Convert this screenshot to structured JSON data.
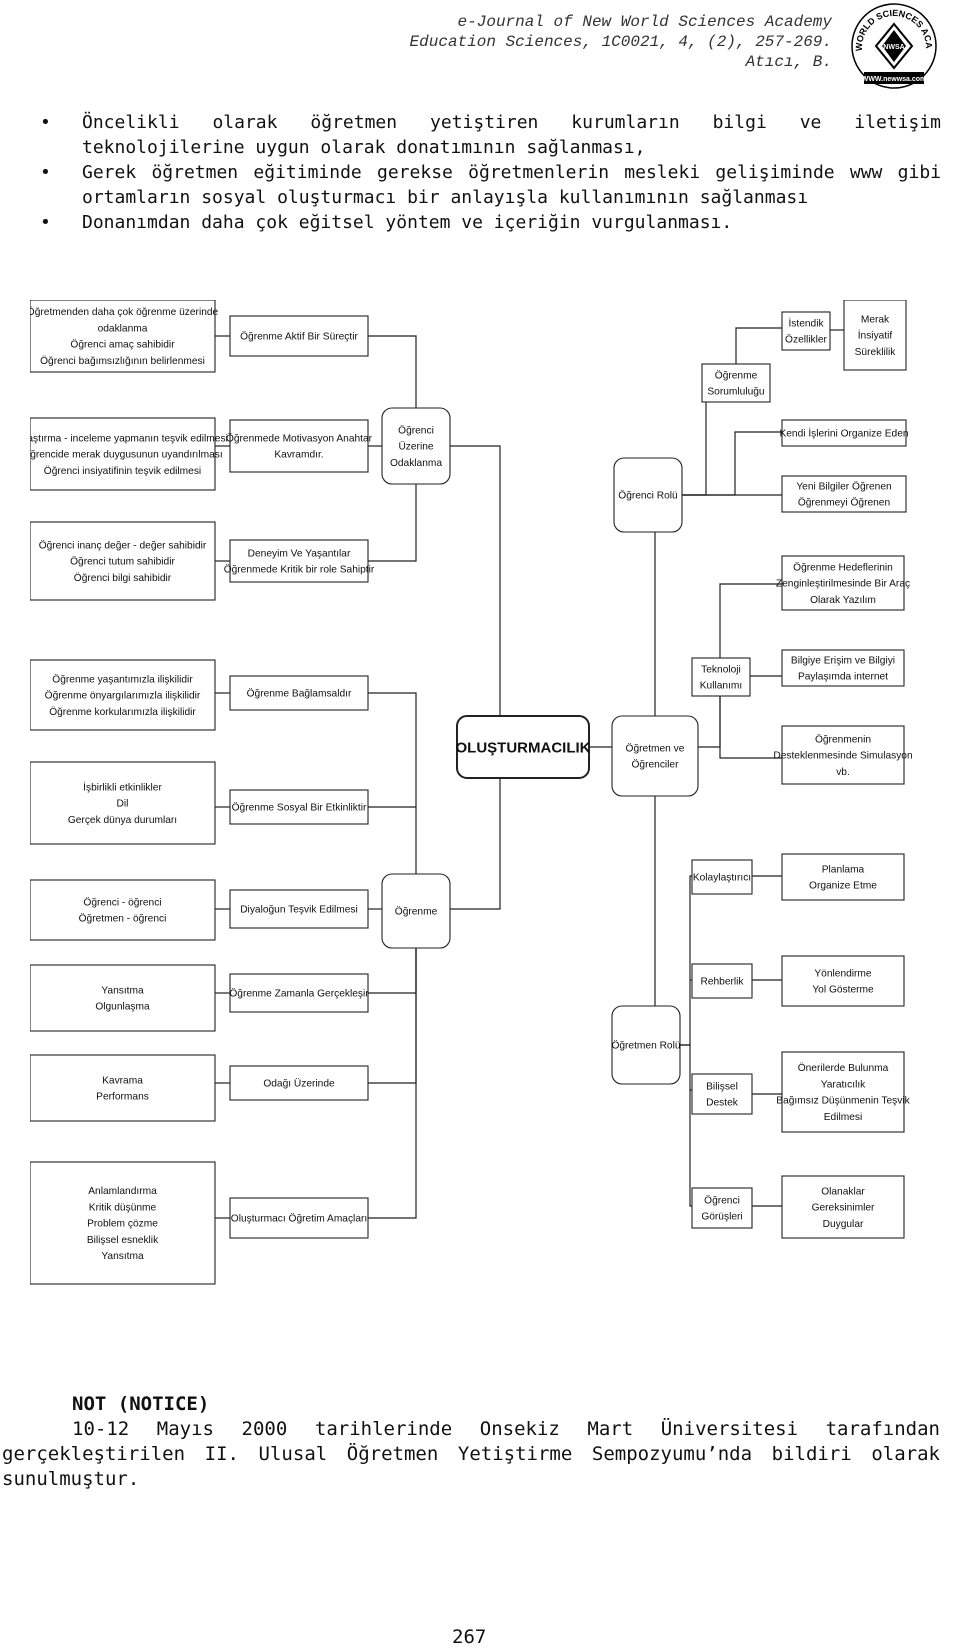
{
  "header": {
    "line1": "e-Journal of New World Sciences Academy",
    "line2": "Education Sciences, 1C0021, 4, (2), 257-269.",
    "line3": "Atıcı, B.",
    "logo_text_top": "NEW WORLD SCIENCES ACADEMY",
    "logo_center": "NWSA",
    "logo_url": "WWW.newwsa.com"
  },
  "bullets": [
    "Öncelikli olarak öğretmen yetiştiren kurumların bilgi ve iletişim teknolojilerine uygun olarak donatımının sağlanması,",
    "Gerek öğretmen eğitiminde gerekse öğretmenlerin mesleki gelişiminde www gibi ortamların sosyal oluşturmacı bir anlayışla kullanımının sağlanması",
    "Donanımdan daha çok eğitsel yöntem ve içeriğin vurgulanması."
  ],
  "diagram": {
    "center": "OLUŞTURMACILIK",
    "left_outer": [
      [
        "Öğretmenden daha çok öğrenme üzerinde",
        "odaklanma",
        "Öğrenci amaç sahibidir",
        "Öğrenci bağımsızlığının belirlenmesi"
      ],
      [
        "Araştırma - inceleme yapmanın teşvik edilmesi",
        "Öğrencide merak duygusunun uyandırılması",
        "Öğrenci insiyatifinin teşvik edilmesi"
      ],
      [
        "Öğrenci inanç değer - değer sahibidir",
        "Öğrenci tutum sahibidir",
        "Öğrenci bilgi sahibidir"
      ],
      [
        "Öğrenme yaşantımızla ilişkilidir",
        "Öğrenme önyargılarımızla ilişkilidir",
        "Öğrenme korkularımızla ilişkilidir"
      ],
      [
        "İşbirlikli etkinlikler",
        "Dil",
        "Gerçek dünya durumları"
      ],
      [
        "Öğrenci - öğrenci",
        "Öğretmen - öğrenci"
      ],
      [
        "Yansıtma",
        "Olgunlaşma"
      ],
      [
        "Kavrama",
        "Performans"
      ],
      [
        "Anlamlandırma",
        "Kritik düşünme",
        "Problem çözme",
        "Bilişsel esneklik",
        "Yansıtma"
      ]
    ],
    "left_mid": [
      [
        "Öğrenme Aktif Bir Süreçtir"
      ],
      [
        "Öğrenmede Motivasyon Anahtar",
        "Kavramdır."
      ],
      [
        "Deneyim Ve Yaşantılar",
        "Öğrenmede Kritik bir role Sahiptir"
      ],
      [
        "Öğrenme Bağlamsaldır"
      ],
      [
        "Öğrenme Sosyal Bir Etkinliktir"
      ],
      [
        "Diyaloğun Teşvik Edilmesi"
      ],
      [
        "Öğrenme Zamanla Gerçekleşir"
      ],
      [
        "Odağı Üzerinde"
      ],
      [
        "Oluşturmacı Öğretim Amaçları"
      ]
    ],
    "hub_ogrenci_uzerine": [
      "Öğrenci",
      "Üzerine",
      "Odaklanma"
    ],
    "hub_ogrenme": [
      "Öğrenme"
    ],
    "hub_ogretmen_ogrenciler": [
      "Öğretmen ve",
      "Öğrenciler"
    ],
    "hub_ogrenci_rolu": [
      "Öğrenci Rolü"
    ],
    "hub_ogretmen_rolu": [
      "Öğretmen Rolü"
    ],
    "ogrenme_sorumlulugu": [
      "Öğrenme",
      "Sorumluluğu"
    ],
    "istendik": [
      "İstendik",
      "Özellikler"
    ],
    "merak": [
      "Merak",
      "İnsiyatif",
      "Süreklilik"
    ],
    "kendi_isleri": [
      "Kendi İşlerini Organize Eden"
    ],
    "yeni_bilgiler": [
      "Yeni Bilgiler Öğrenen",
      "Öğrenmeyi Öğrenen"
    ],
    "ogrenme_hedefleri": [
      "Öğrenme Hedeflerinin",
      "Zenginleştirilmesinde Bir Araç",
      "Olarak Yazılım"
    ],
    "teknoloji": [
      "Teknoloji",
      "Kullanımı"
    ],
    "bilgiye_erisim": [
      "Bilgiye Erişim ve Bilgiyi",
      "Paylaşımda internet"
    ],
    "simulasyon": [
      "Öğrenmenin",
      "Desteklenmesinde Simulasyon",
      "vb."
    ],
    "kolaylastirici": [
      "Kolaylaştırıcı"
    ],
    "planlama": [
      "Planlama",
      "Organize Etme"
    ],
    "rehberlik": [
      "Rehberlik"
    ],
    "yonlendirme": [
      "Yönlendirme",
      "Yol Gösterme"
    ],
    "bilissel_destek": [
      "Bilişsel",
      "Destek"
    ],
    "onerilerde": [
      "Önerilerde Bulunma",
      "Yaratıcılık",
      "Bağımsız Düşünmenin Teşvik",
      "Edilmesi"
    ],
    "ogrenci_gorusleri": [
      "Öğrenci",
      "Görüşleri"
    ],
    "olanaklar": [
      "Olanaklar",
      "Gereksinimler",
      "Duygular"
    ]
  },
  "notice": {
    "title": "NOT (NOTICE)",
    "body": "10-12 Mayıs 2000 tarihlerinde Onsekiz Mart Üniversitesi tarafından gerçekleştirilen II. Ulusal Öğretmen Yetiştirme Sempozyumu’nda bildiri olarak sunulmuştur."
  },
  "page_number": "267"
}
